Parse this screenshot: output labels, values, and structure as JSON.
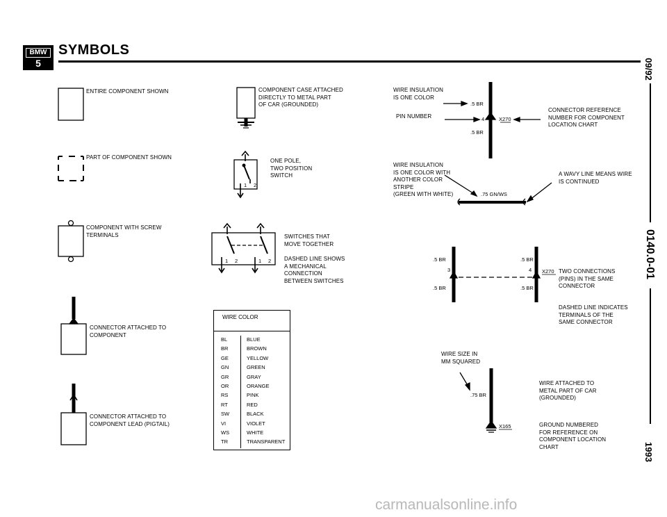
{
  "header": {
    "logo_top": "BMW",
    "logo_bottom": "5",
    "title": "SYMBOLS"
  },
  "side": {
    "date": "09/92",
    "doc_number": "0140.0-01",
    "year": "1993"
  },
  "symbols": {
    "entire_component": "ENTIRE COMPONENT SHOWN",
    "part_of_component": "PART OF COMPONENT SHOWN",
    "screw_terminals": "COMPONENT WITH SCREW\nTERMINALS",
    "connector_attached": "CONNECTOR ATTACHED TO\nCOMPONENT",
    "connector_pigtail": "CONNECTOR ATTACHED TO\nCOMPONENT LEAD (PIGTAIL)",
    "case_grounded": "COMPONENT CASE ATTACHED\nDIRECTLY TO METAL PART\nOF CAR (GROUNDED)",
    "one_pole_switch": "ONE POLE,\nTWO POSITION\nSWITCH",
    "switches_together": "SWITCHES THAT\nMOVE TOGETHER",
    "dashed_mechanical": "DASHED LINE SHOWS\nA MECHANICAL\nCONNECTION\nBETWEEN SWITCHES",
    "wire_one_color": "WIRE INSULATION\nIS ONE COLOR",
    "pin_number": "PIN NUMBER",
    "connector_reference": "CONNECTOR REFERENCE\nNUMBER FOR COMPONENT\nLOCATION CHART",
    "wire_stripe": "WIRE INSULATION\nIS ONE COLOR WITH\nANOTHER COLOR\nSTRIPE\n(GREEN WITH WHITE)",
    "wavy_line": "A WAVY LINE MEANS WIRE\nIS CONTINUED",
    "two_connections": "TWO CONNECTIONS\n(PINS) IN THE SAME\nCONNECTOR",
    "dashed_terminals": "DASHED LINE INDICATES\nTERMINALS OF THE\nSAME CONNECTOR",
    "wire_size": "WIRE SIZE IN\nMM SQUARED",
    "wire_grounded": "WIRE ATTACHED TO\nMETAL PART OF CAR\n(GROUNDED)",
    "ground_number": "GROUND NUMBERED\nFOR REFERENCE ON\nCOMPONENT LOCATION\nCHART"
  },
  "diagram_labels": {
    "sw_1": "1",
    "sw_2": "2",
    "pin_4": "4",
    "pin_3": "3",
    "pin_4b": "4",
    "wire_05br": ".5 BR",
    "connector_x270": "X270",
    "wire_075gnws": ".75 GN/WS",
    "wire_075br": ".75 BR",
    "ground_x165": "X165"
  },
  "wire_color": {
    "title": "WIRE COLOR",
    "rows": [
      {
        "code": "BL",
        "name": "BLUE"
      },
      {
        "code": "BR",
        "name": "BROWN"
      },
      {
        "code": "GE",
        "name": "YELLOW"
      },
      {
        "code": "GN",
        "name": "GREEN"
      },
      {
        "code": "GR",
        "name": "GRAY"
      },
      {
        "code": "OR",
        "name": "ORANGE"
      },
      {
        "code": "RS",
        "name": "PINK"
      },
      {
        "code": "RT",
        "name": "RED"
      },
      {
        "code": "SW",
        "name": "BLACK"
      },
      {
        "code": "VI",
        "name": "VIOLET"
      },
      {
        "code": "WS",
        "name": "WHITE"
      },
      {
        "code": "TR",
        "name": "TRANSPARENT"
      }
    ]
  },
  "watermark": "carmanualsonline.info"
}
